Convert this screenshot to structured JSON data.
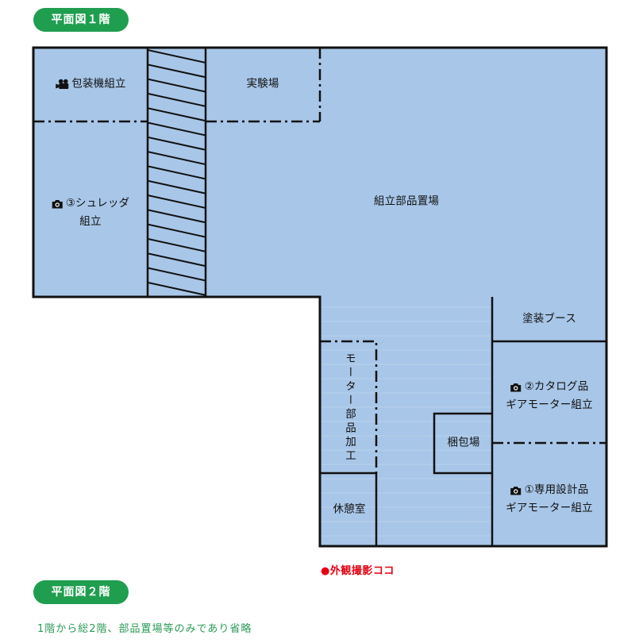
{
  "floor1": {
    "badge": "平面図１階",
    "rooms": {
      "packaging": {
        "label": "包装機組立",
        "icon": "video-camera-icon"
      },
      "shredder": {
        "line1": "③シュレッダ",
        "line2": "組立",
        "icon": "camera-icon"
      },
      "lab": {
        "label": "実験場"
      },
      "parts_storage": {
        "label": "組立部品置場"
      },
      "paint_booth": {
        "label": "塗装ブース"
      },
      "catalog_gear": {
        "line1": "②カタログ品",
        "line2": "ギアモーター組立",
        "icon": "camera-icon"
      },
      "packing": {
        "label": "梱包場"
      },
      "motor_parts": {
        "label": "モーター部品加工"
      },
      "custom_gear": {
        "line1": "①専用設計品",
        "line2": "ギアモーター組立",
        "icon": "camera-icon"
      },
      "break_room": {
        "label": "休憩室"
      }
    },
    "exterior_photo_marker": "●外観撮影ココ"
  },
  "floor2": {
    "badge": "平面図２階",
    "note": "1階から総2階、部品置場等のみであり省略"
  },
  "colors": {
    "floor_fill": "#a8c6e8",
    "wall": "#111111",
    "badge_green": "#1f9e50",
    "marker_red": "#e60012",
    "note_green": "#2a9a55"
  }
}
